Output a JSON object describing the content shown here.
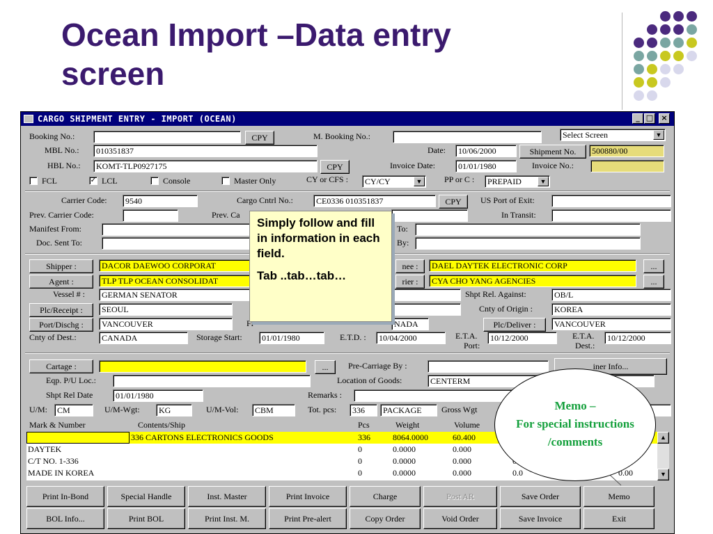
{
  "slide": {
    "title": "Ocean Import –Data entry screen"
  },
  "colors": {
    "title": "#3b1a6e",
    "purple": "#4b2a7e",
    "teal": "#7aa6a2",
    "lime": "#c8c820",
    "lavender": "#d8d8ec",
    "memo": "#14a03c"
  },
  "window": {
    "title": "CARGO SHIPMENT ENTRY - IMPORT (OCEAN)",
    "minimize": "_",
    "maximize": "□",
    "close": "×"
  },
  "header": {
    "booking_label": "Booking No.:",
    "booking_value": "",
    "cpy1": "CPY",
    "mbooking_label": "M. Booking No.:",
    "mbooking_value": "",
    "select_screen": "Select Screen",
    "mbl_label": "MBL No.:",
    "mbl_value": "010351837",
    "date_label": "Date:",
    "date_value": "10/06/2000",
    "shipment_btn": "Shipment No.",
    "shipment_value": "500880/00",
    "hbl_label": "HBL No.:",
    "hbl_value": "KOMT-TLP0927175",
    "cpy2": "CPY",
    "invdate_label": "Invoice Date:",
    "invdate_value": "01/01/1980",
    "invoice_label": "Invoice No.:",
    "invoice_value": "",
    "fcl": "FCL",
    "lcl": "LCL",
    "console": "Console",
    "master_only": "Master Only",
    "cycfs_label": "CY or CFS :",
    "cycfs_value": "CY/CY",
    "ppc_label": "PP or C :",
    "ppc_value": "PREPAID"
  },
  "carrier": {
    "carrier_code_label": "Carrier Code:",
    "carrier_code_value": "9540",
    "cargo_cntrl_label": "Cargo Cntrl No.:",
    "cargo_cntrl_value": "CE0336 010351837",
    "cpy3": "CPY",
    "us_port_label": "US Port of Exit:",
    "us_port_value": "",
    "prev_carrier_label": "Prev. Carrier Code:",
    "prev_carrier_value": "",
    "prev_ca_label": "Prev. Ca",
    "in_transit_label": "In Transit:",
    "in_transit_value": "",
    "manifest_label": "Manifest From:",
    "manifest_value": "",
    "to_label": "To:",
    "to_value": "",
    "doc_sent_label": "Doc. Sent To:",
    "doc_sent_value": "",
    "by_label": "By:",
    "by_value": ""
  },
  "parties": {
    "shipper_btn": "Shipper :",
    "shipper_value": "DACOR DAEWOO CORPORAT",
    "consignee_btn": "nee :",
    "consignee_value": "DAEL DAYTEK ELECTRONIC CORP",
    "agent_btn": "Agent :",
    "agent_value": "TLP TLP OCEAN CONSOLIDAT",
    "carrier_btn": "rier :",
    "carrier_value": "CYA CHO YANG AGENCIES",
    "ellipsis": "...",
    "vessel_label": "Vessel # :",
    "vessel_value": "GERMAN SENATOR",
    "shpt_rel_label": "Shpt Rel. Against:",
    "shpt_rel_value": "OB/L",
    "plc_receipt_btn": "Plc/Receipt :",
    "plc_receipt_value": "SEOUL",
    "cnty_origin_label": "Cnty of Origin :",
    "cnty_origin_value": "KOREA",
    "port_disch_btn": "Port/Dischg :",
    "port_disch_value": "VANCOUVER",
    "fi_label": "Fi",
    "nada_value": "NADA",
    "plc_deliver_btn": "Plc/Deliver :",
    "plc_deliver_value": "VANCOUVER",
    "cnty_dest_label": "Cnty of Dest.:",
    "cnty_dest_value": "CANADA",
    "storage_label": "Storage Start:",
    "storage_value": "01/01/1980",
    "etd_label": "E.T.D. :",
    "etd_value": "10/04/2000",
    "eta_port_label": "E.T.A.",
    "eta_port_sub": "Port:",
    "eta_port_value": "10/12/2000",
    "eta_dest_label": "E.T.A.",
    "eta_dest_sub": "Dest.:",
    "eta_dest_value": "10/12/2000"
  },
  "cargo": {
    "cartage_btn": "Cartage :",
    "cartage_value": "",
    "ellipsis": "...",
    "precarriage_label": "Pre-Carriage By :",
    "precarriage_value": "",
    "container_btn": "iner Info...",
    "eqp_label": "Eqp. P/U Loc.:",
    "eqp_value": "",
    "location_label": "Location of Goods:",
    "location_value": "CENTERM",
    "shpt_rel_date_label": "Shpt Rel Date",
    "shpt_rel_date_value": "01/01/1980",
    "remarks_label": "Remarks :",
    "remarks_value": "",
    "um_label": "U/M:",
    "um_value": "CM",
    "umwgt_label": "U/M-Wgt:",
    "umwgt_value": "KG",
    "umvol_label": "U/M-Vol:",
    "umvol_value": "CBM",
    "totpcs_label": "Tot. pcs:",
    "totpcs_value": "336",
    "package_value": "PACKAGE",
    "gross_label": "Gross Wgt"
  },
  "table": {
    "headers": {
      "mark": "Mark & Number",
      "contents": "Contents/Ship",
      "pcs": "Pcs",
      "weight": "Weight",
      "volume": "Volume"
    },
    "rows": [
      {
        "mark": "",
        "contents": "336 CARTONS ELECTRONICS GOODS",
        "pcs": "336",
        "weight": "8064.0000",
        "volume": "60.400",
        "c6": "",
        "c7": ""
      },
      {
        "mark": "DAYTEK",
        "contents": "",
        "pcs": "0",
        "weight": "0.0000",
        "volume": "0.000",
        "c6": "",
        "c7": ""
      },
      {
        "mark": "C/T NO. 1-336",
        "contents": "",
        "pcs": "0",
        "weight": "0.0000",
        "volume": "0.000",
        "c6": "0.0",
        "c7": ""
      },
      {
        "mark": "MADE IN KOREA",
        "contents": "",
        "pcs": "0",
        "weight": "0.0000",
        "volume": "0.000",
        "c6": "0.0",
        "c7": "0.00"
      }
    ]
  },
  "buttons": {
    "row1": [
      "Print In-Bond",
      "Special Handle",
      "Inst. Master",
      "Print Invoice",
      "Charge",
      "Post AR",
      "Save Order",
      "Memo"
    ],
    "row2": [
      "BOL Info...",
      "Print BOL",
      "Print Inst. M.",
      "Print Pre-alert",
      "Copy Order",
      "Void Order",
      "Save Invoice",
      "Exit"
    ]
  },
  "callouts": {
    "tip_line1": "Simply follow and fill in information in each field.",
    "tip_line2": "Tab ..tab…tab…",
    "memo_line1": "Memo –",
    "memo_line2": "For special instructions",
    "memo_line3": "/comments"
  }
}
